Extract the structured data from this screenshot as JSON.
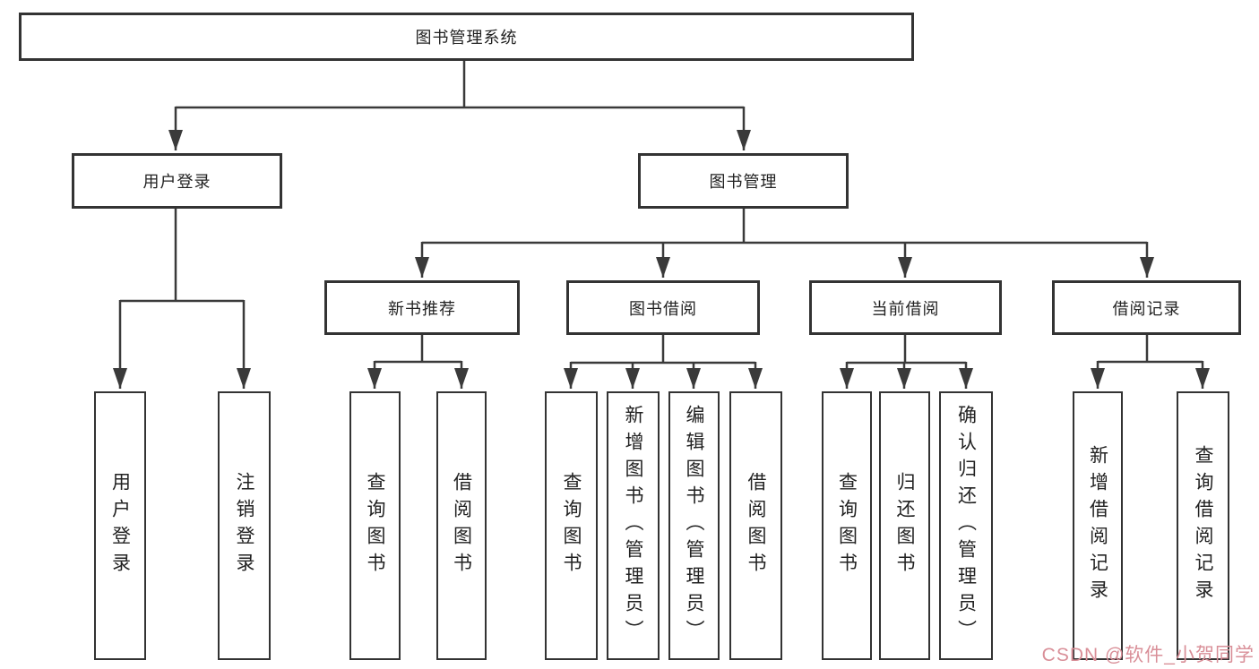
{
  "diagram": {
    "root": "图书管理系统",
    "branches": [
      {
        "label": "用户登录",
        "children": [
          "用户登录",
          "注销登录"
        ]
      },
      {
        "label": "图书管理",
        "groups": [
          {
            "label": "新书推荐",
            "children": [
              "查询图书",
              "借阅图书"
            ]
          },
          {
            "label": "图书借阅",
            "children": [
              "查询图书",
              "新增图书（管理员）",
              "编辑图书（管理员）",
              "借阅图书"
            ]
          },
          {
            "label": "当前借阅",
            "children": [
              "查询图书",
              "归还图书",
              "确认归还（管理员）"
            ]
          },
          {
            "label": "借阅记录",
            "children": [
              "新增借阅记录",
              "查询借阅记录"
            ]
          }
        ]
      }
    ]
  },
  "watermark": {
    "text": "CSDN @软件_小贺同学"
  },
  "colors": {
    "line": "#3a3a3a",
    "border": "#333333",
    "text": "#222222",
    "background": "#ffffff",
    "watermark": "#d98f98"
  }
}
